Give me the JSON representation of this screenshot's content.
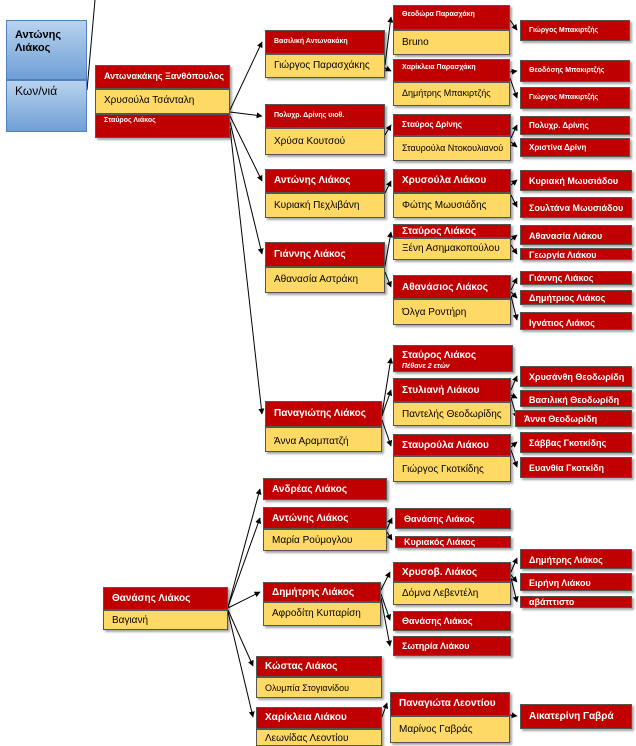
{
  "root": {
    "top": "Αντώνης Λιάκος",
    "bottom": "Κων/νιά"
  },
  "n": {
    "antonakakis": "Αντωνακάκης Ξανθόπουλος",
    "chrysoula_tsantali": "Χρυσούλα Τσάνταλη",
    "stavros_liakos": "Σταύρος Λιάκος",
    "vasiliki": "Βασιλική  Αντωνακάκη",
    "giorgos_paraschakis": "Γιώργος Παρασχάκης",
    "theodora": "Θεοδώρα Παρασχάκη",
    "bruno": "Bruno",
    "giorgos_mpakirtzis1": "Γιώργος Μπακιρτζής",
    "charikleia_par": "Χαρίκλεια Παρασχάκη",
    "dimitris_mpakirtzis": "Δημήτρης Μπακιρτζής",
    "theodosis_mpak": "Θεοδόσης Μπακιρτζής",
    "giorgos_mpakirtzis2": "Γιώργος Μπακιρτζής",
    "polychr_driny": "Πολυχρ. Δρίνης    υιοθ.",
    "chrysa_koutsou": "Χρύσα Κουτσού",
    "stavros_drinis": "Σταύρος Δρίνης",
    "stavroula_ntok": "Σταυρούλα Ντοκουλιανού",
    "polychr_drinis2": "Πολυχρ. Δρίνης",
    "christina_driny": "Χριστίνα Δρίνη",
    "antonis_liakos2": "Αντώνης Λιάκος",
    "kyriaki_pech": "Κυριακή Πεχλιβάνη",
    "chrysoula_liakou": "Χρυσούλα Λιάκου",
    "fotis_mousiadis": "Φώτης Μωυσιάδης",
    "kyriaki_mousiadou": "Κυριακή Μωυσιάδου",
    "soultana_mousiadou": "Σουλτάνα Μωυσιάδου",
    "giannis_liakos": "Γιάννης  Λιάκος",
    "athanasia_astraki": "Αθανασία Αστράκη",
    "stavros_liakos2": "Σταύρος  Λιάκος",
    "xeni": "Ξένη Ασημακοπούλου",
    "athanasia_liakou": "Αθανασία  Λιάκου",
    "georgia_liakou": "Γεωργία  Λιάκου",
    "athanasios_liakos": "Αθανάσιος  Λιάκος",
    "olga_rontiri": "Όλγα Ροντήρη",
    "giannis_liakos2": "Γιάννης  Λιάκος",
    "dimitrios_liakos": "Δημήτριος  Λιάκος",
    "ignatios_liakos": "Ιγνάτιος  Λιάκος",
    "panagiotis_liakos": "Παναγιώτης  Λιάκος",
    "anna_arampatzi": "Άννα Αραμπατζή",
    "stavros_liakos3": "Σταύρος  Λιάκος",
    "pethane": "Πέθανε 2 ετών",
    "styliani_liakou": "Στυλιανή  Λιάκου",
    "pantelis_theod": "Παντελής Θεοδωρίδης",
    "chrysanthi_theod": "Χρυσάνθη Θεοδωρίδη",
    "vasiliki_theod": "Βασιλική Θεοδωρίδη",
    "anna_theod": "Άννα  Θεοδωρίδη",
    "stavroula_liakou": "Σταυρούλα Λιάκου",
    "giorgos_gkotkidis": "Γιώργος Γκοτκίδης",
    "savvas_gkotkidis": "Σάββας  Γκοτκίδης",
    "evanthia_gkotkidi": "Ευανθία Γκοτκίδη",
    "thanasis_liakos": "Θανάσης Λιάκος",
    "vagiani": "Βαγιανή",
    "andreas_liakos": "Ανδρέας Λιάκος",
    "antonis_liakos3": "Αντώνης Λιάκος",
    "maria_roumoglou": "Μαρία Ρούμογλου",
    "thanasis_liakos2": "Θανάσης  Λιάκος",
    "kyriakos_liakos": "Κυριακός Λιάκος",
    "dimitris_liakos": "Δημήτρης  Λιάκος",
    "afroditi_kyparisi": "Αφροδίτη Κυπαρίση",
    "chrysov_liakos": "Χρυσοβ.  Λιάκος",
    "domna": "Δόμνα Λεβεντέλη",
    "dimitris_liakos2": "Δημήτρης Λιάκος",
    "eirini_liakou": "Ειρήνη Λιάκου",
    "avaptisto": "αβάπτιστο",
    "thanasis_liakos3": "Θανάσης Λιάκος",
    "sotiria_liakou": "Σωτηρία Λιάκου",
    "kostas_liakos": "Κώστας  Λιάκος",
    "olympia": "Ολυμπία Στογιανίδου",
    "charikleia_liakou": "Χαρίκλεια Λιάκου",
    "leonidas": "Λεωνίδας Λεοντίου",
    "panagiota_leontiou": "Παναγιώτα Λεοντίου",
    "marinos_gavras": "Μαρίνος Γαβράς",
    "aikaterini_gavra": "Αικατερίνη Γαβρά"
  },
  "colors": {
    "red": "#c00000",
    "yellow": "#ffd966",
    "blue": "#6f9fd6"
  }
}
